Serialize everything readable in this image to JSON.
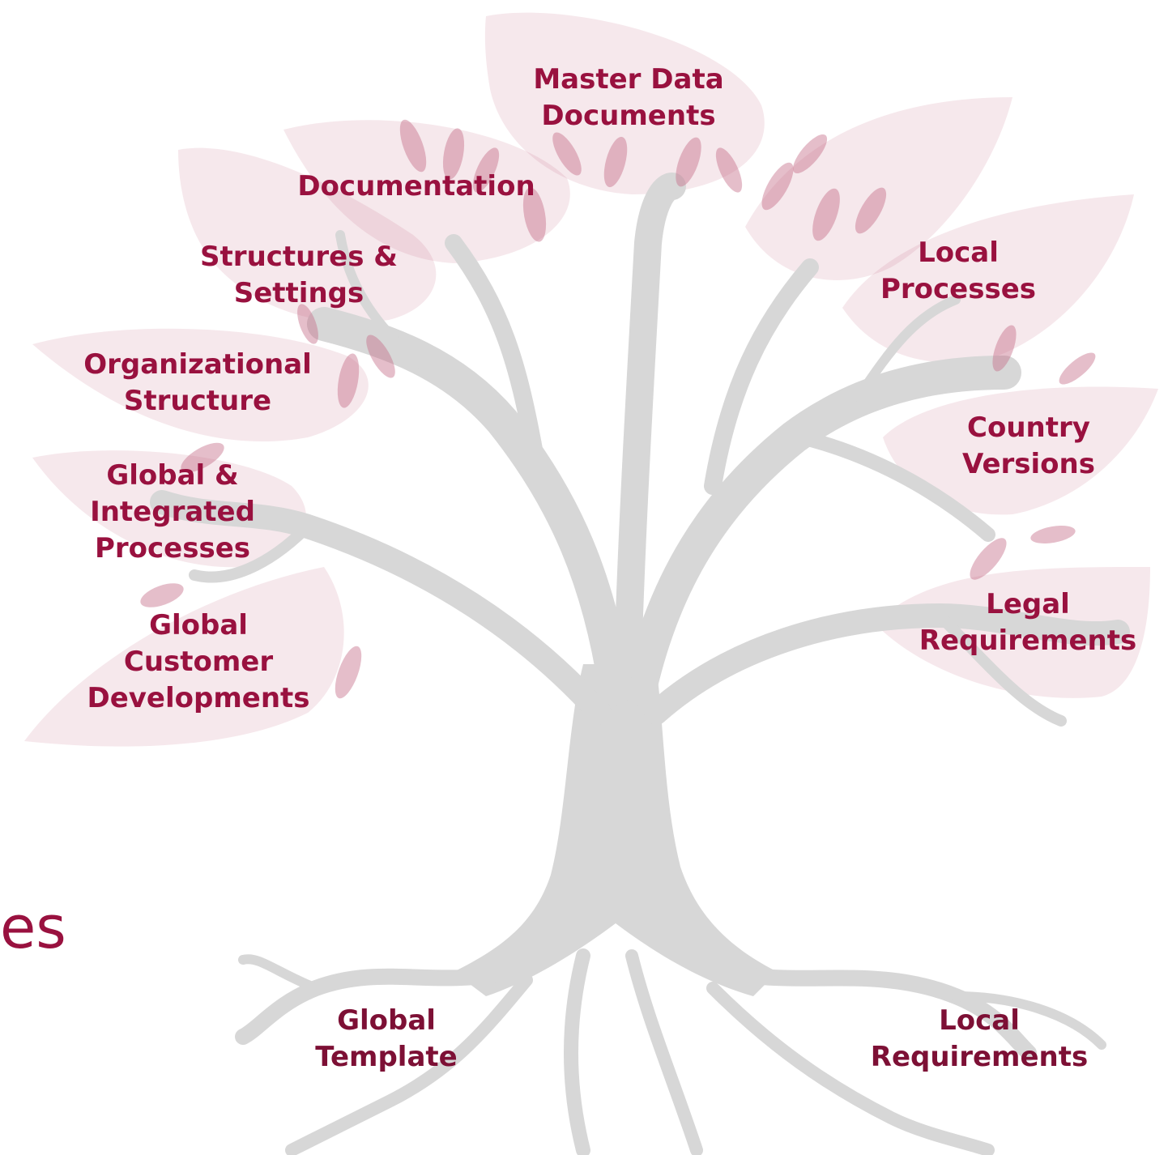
{
  "colors": {
    "label": "#99113f",
    "label_dark": "#7d1035",
    "leaf": "#c56e89",
    "tree": "#d7d7d7"
  },
  "partial_text": "es",
  "crown_labels": {
    "master_data": "Master Data\nDocuments",
    "documentation": "Documentation",
    "structures": "Structures &\nSettings",
    "organizational": "Organizational\nStructure",
    "global_integrated": "Global &\nIntegrated\nProcesses",
    "global_customer": "Global\nCustomer\nDevelopments",
    "local_processes": "Local\nProcesses",
    "country_versions": "Country\nVersions",
    "legal": "Legal\nRequirements"
  },
  "root_labels": {
    "global_template": "Global\nTemplate",
    "local_requirements": "Local\nRequirements"
  }
}
